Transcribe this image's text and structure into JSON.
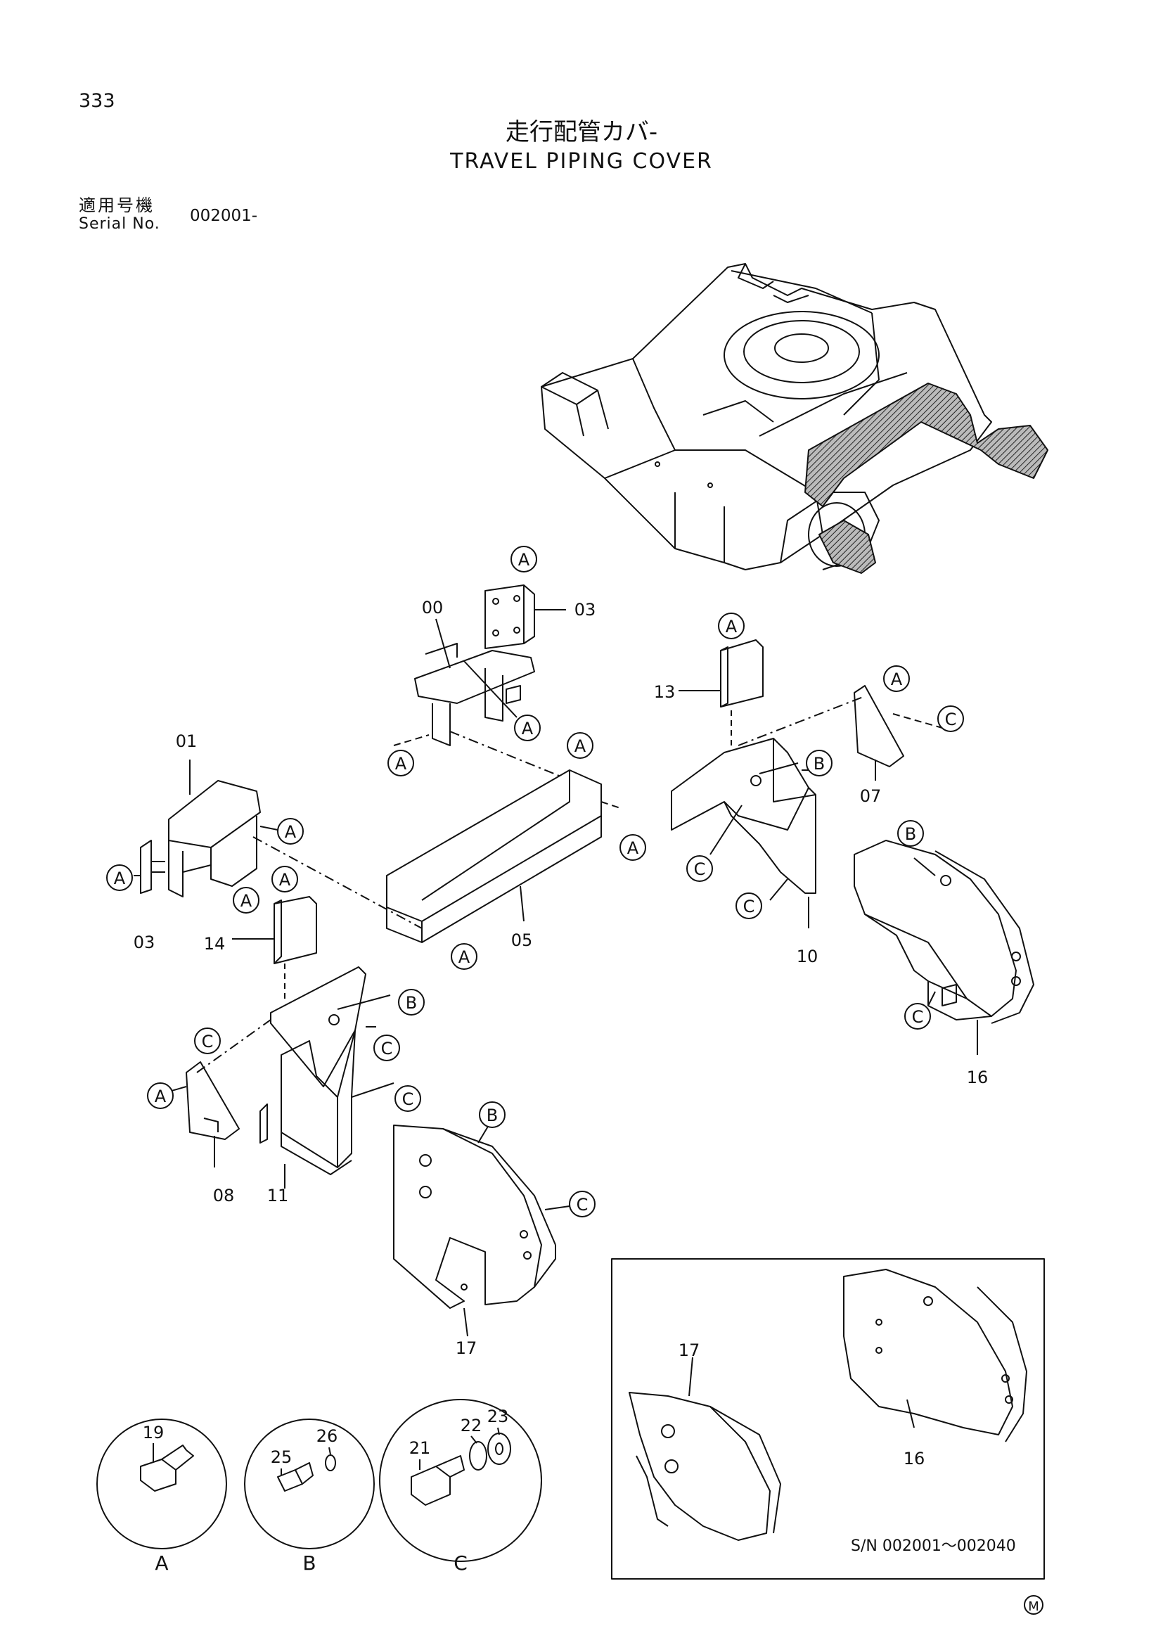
{
  "header": {
    "page_number": "333",
    "title_jp": "走行配管カバ-",
    "title_en": "TRAVEL PIPING COVER",
    "serial_label_jp": "適用号機",
    "serial_label_en": "Serial No.",
    "serial_value": "002001-"
  },
  "callouts": {
    "A": "A",
    "B": "B",
    "C": "C"
  },
  "parts": {
    "p00": "00",
    "p01": "01",
    "p03": "03",
    "p05": "05",
    "p07": "07",
    "p08": "08",
    "p10": "10",
    "p11": "11",
    "p13": "13",
    "p14": "14",
    "p16": "16",
    "p17": "17",
    "p19": "19",
    "p21": "21",
    "p22": "22",
    "p23": "23",
    "p25": "25",
    "p26": "26"
  },
  "hardware_groups": {
    "A": "A",
    "B": "B",
    "C": "C"
  },
  "inset": {
    "caption": "S/N  002001～002040"
  },
  "mark": "M"
}
